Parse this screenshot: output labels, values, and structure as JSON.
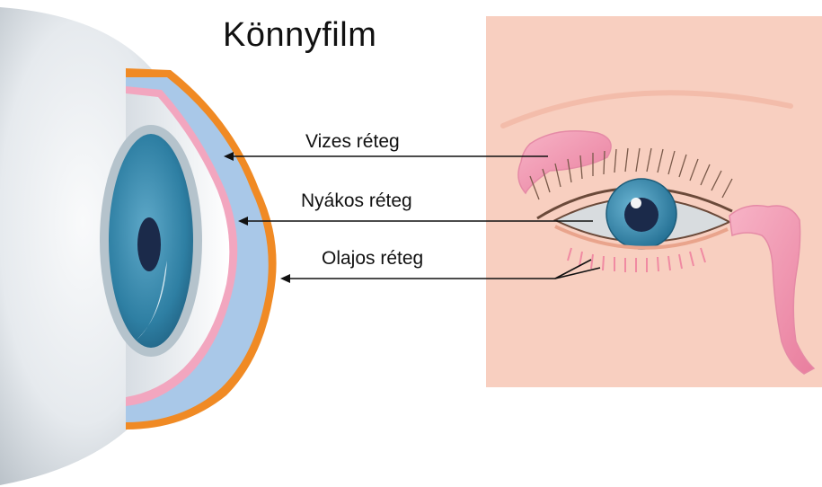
{
  "diagram": {
    "title": "Könnyfilm",
    "layers": [
      {
        "label": "Vizes réteg"
      },
      {
        "label": "Nyákos réteg"
      },
      {
        "label": "Olajos réteg"
      }
    ]
  },
  "colors": {
    "eyeball": "#e4e8ec",
    "tear_water": "#a9c8e8",
    "tear_oil": "#f08a24",
    "mucus": "#f2a6bf",
    "iris": "#2e7fa3",
    "pupil": "#1b2a4a",
    "skin_panel": "#f8cfc0",
    "lacrimal_gland": "#f095b0",
    "arrow": "#111111"
  }
}
